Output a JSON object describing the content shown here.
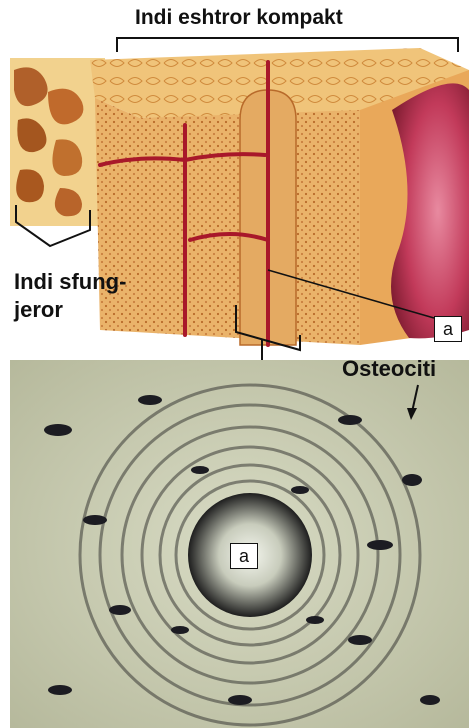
{
  "labels": {
    "compact_bone": "Indi eshtror kompakt",
    "spongy_bone_line1": "Indi sfung-",
    "spongy_bone_line2": "jeror",
    "osteocytes": "Osteociti",
    "canal_top": "a",
    "canal_bottom": "a"
  },
  "colors": {
    "bone_light": "#f2c27a",
    "bone_dark": "#c8772f",
    "vessel": "#a8182a",
    "marrow_pink": "#c23a5a",
    "micro_bg": "#c9ccb2",
    "micro_ring": "#3a3a36",
    "cell_dark": "#1c1c22"
  }
}
